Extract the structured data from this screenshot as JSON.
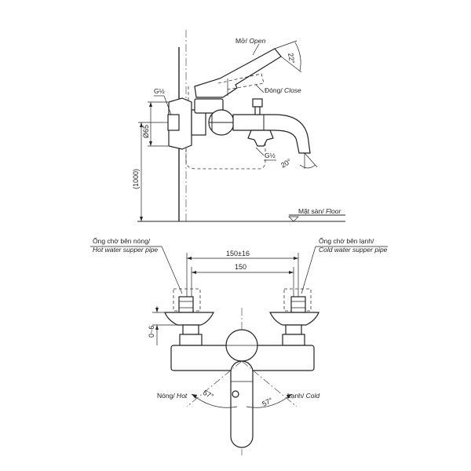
{
  "top_view": {
    "open_label": "Mở/",
    "open_label_en": " Open",
    "angle_open": "22°",
    "close_label": "Đóng/",
    "close_label_en": " Close",
    "thread_left": "G½",
    "thread_bottom": "G½",
    "dim_65": "Ø65",
    "dim_1000": "(1000)",
    "angle_spout": "20°",
    "floor_label": "Mặt sàn/",
    "floor_label_en": " Floor"
  },
  "front_view": {
    "hot_pipe_vi": "Ống chờ bên nóng/",
    "hot_pipe_en": "Hot water supper pipe",
    "cold_pipe_vi": "Ống chờ bên lạnh/",
    "cold_pipe_en": "Cold water supper pipe",
    "dim_150_16": "150±16",
    "dim_150": "150",
    "dim_0_6": "0~6",
    "hot_label_vi": "Nóng/",
    "hot_label_en": " Hot",
    "cold_label_vi": "Lạnh/",
    "cold_label_en": " Cold",
    "angle_left": "57°",
    "angle_right": "57°"
  }
}
